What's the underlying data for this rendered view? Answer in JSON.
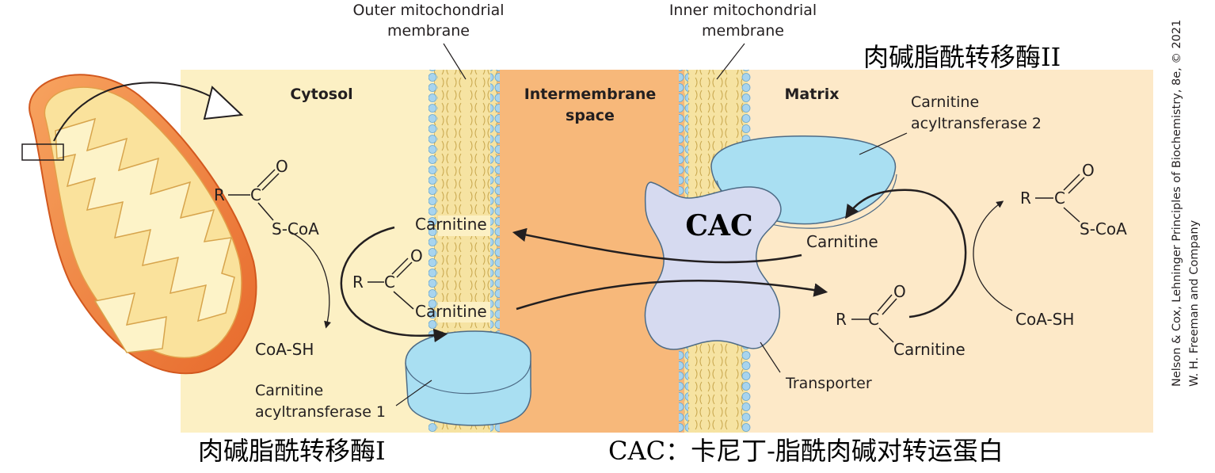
{
  "labels": {
    "outer_membrane": [
      "Outer mitochondrial",
      "membrane"
    ],
    "inner_membrane": [
      "Inner mitochondrial",
      "membrane"
    ],
    "cytosol": "Cytosol",
    "intermembrane": [
      "Intermembrane",
      "space"
    ],
    "matrix": "Matrix",
    "cat2": [
      "Carnitine",
      "acyltransferase 2"
    ],
    "cat1": [
      "Carnitine",
      "acyltransferase 1"
    ],
    "transporter": "Transporter",
    "cac": "CAC",
    "carnitine": "Carnitine",
    "coash": "CoA-SH",
    "scoa": "S-CoA",
    "r": "R",
    "c": "C",
    "o": "O"
  },
  "chinese": {
    "cat2_cn": "肉碱脂酰转移酶II",
    "cat1_cn": "肉碱脂酰转移酶I",
    "cac_cn": "CAC：卡尼丁-脂酰肉碱对转运蛋白"
  },
  "credit": [
    "Nelson & Cox, Lehninger Principles of Biochemistry, 8e, © 2021",
    "W. H. Freeman and Company"
  ],
  "colors": {
    "cytosol": "#fcf0c4",
    "intermembrane": "#f7b87a",
    "matrix": "#fde9c8",
    "enzyme": "#a9dff2",
    "transporter": "#d6daf0",
    "membrane_head": "#a8d4ee"
  }
}
